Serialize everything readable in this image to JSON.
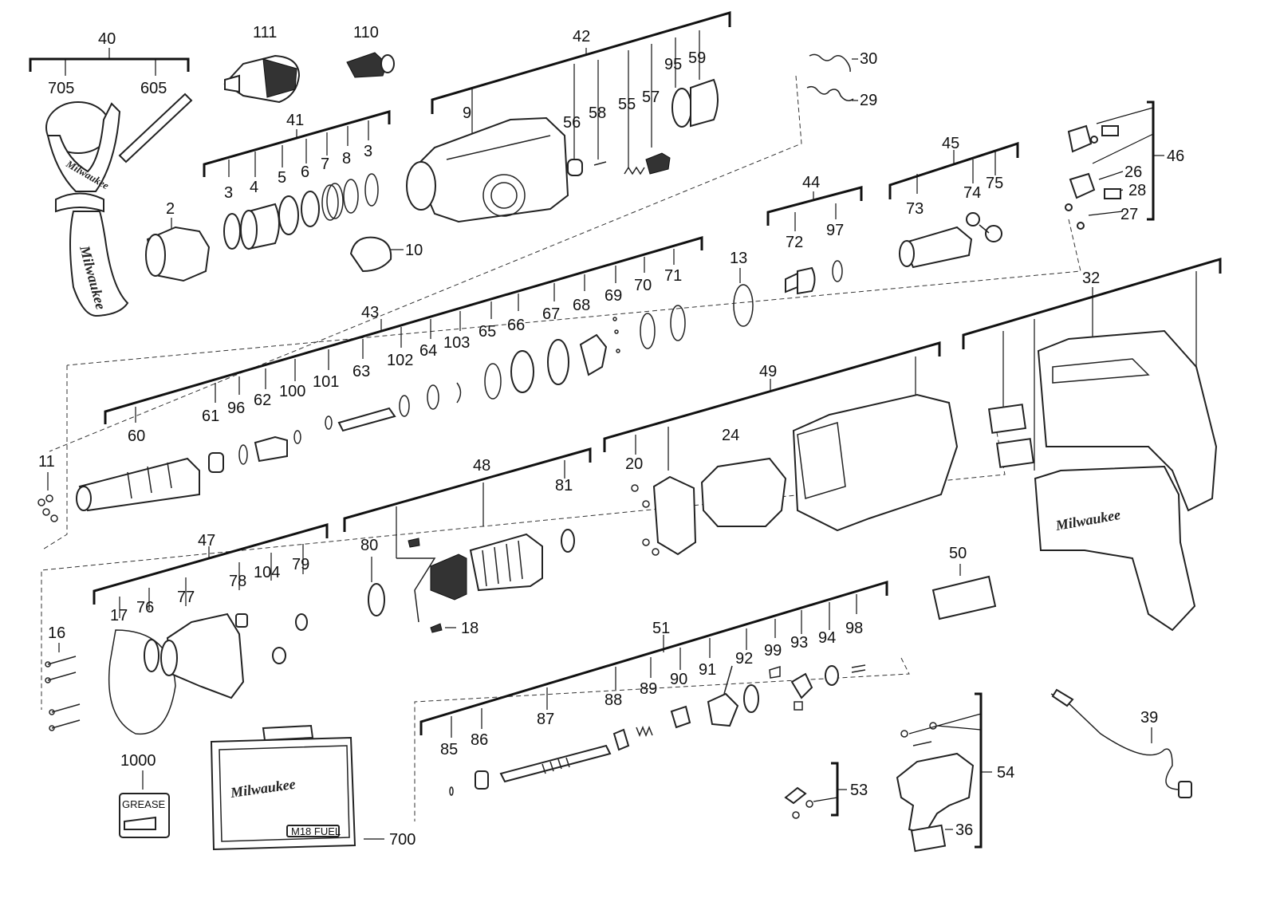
{
  "brand": "Milwaukee",
  "grease_label": "GREASE",
  "case_badge": "M18 FUEL",
  "callouts": {
    "c40": "40",
    "c705": "705",
    "c605": "605",
    "c111": "111",
    "c110": "110",
    "c42": "42",
    "c9": "9",
    "c56": "56",
    "c58": "58",
    "c55": "55",
    "c57": "57",
    "c95": "95",
    "c59": "59",
    "c30": "30",
    "c29": "29",
    "c41": "41",
    "c3a": "3",
    "c4": "4",
    "c5": "5",
    "c6": "6",
    "c7": "7",
    "c8": "8",
    "c3b": "3",
    "c2": "2",
    "c10": "10",
    "c46": "46",
    "c26": "26",
    "c28": "28",
    "c27": "27",
    "c45": "45",
    "c73": "73",
    "c74": "74",
    "c75": "75",
    "c44": "44",
    "c72": "72",
    "c97": "97",
    "c13": "13",
    "c43": "43",
    "c60": "60",
    "c61": "61",
    "c96": "96",
    "c62": "62",
    "c100": "100",
    "c101": "101",
    "c63": "63",
    "c102": "102",
    "c64": "64",
    "c103": "103",
    "c65": "65",
    "c66": "66",
    "c67": "67",
    "c68": "68",
    "c69": "69",
    "c70": "70",
    "c71": "71",
    "c32": "32",
    "c49": "49",
    "c24": "24",
    "c20": "20",
    "c11": "11",
    "c48": "48",
    "c81": "81",
    "c80": "80",
    "c18": "18",
    "c47": "47",
    "c17": "17",
    "c76": "76",
    "c77": "77",
    "c78": "78",
    "c104": "104",
    "c79": "79",
    "c16": "16",
    "c50": "50",
    "c51": "51",
    "c85": "85",
    "c86": "86",
    "c87": "87",
    "c88": "88",
    "c89": "89",
    "c90": "90",
    "c91": "91",
    "c92": "92",
    "c99": "99",
    "c93": "93",
    "c94": "94",
    "c98": "98",
    "c54": "54",
    "c53": "53",
    "c36": "36",
    "c39": "39",
    "c1000": "1000",
    "c700": "700"
  }
}
